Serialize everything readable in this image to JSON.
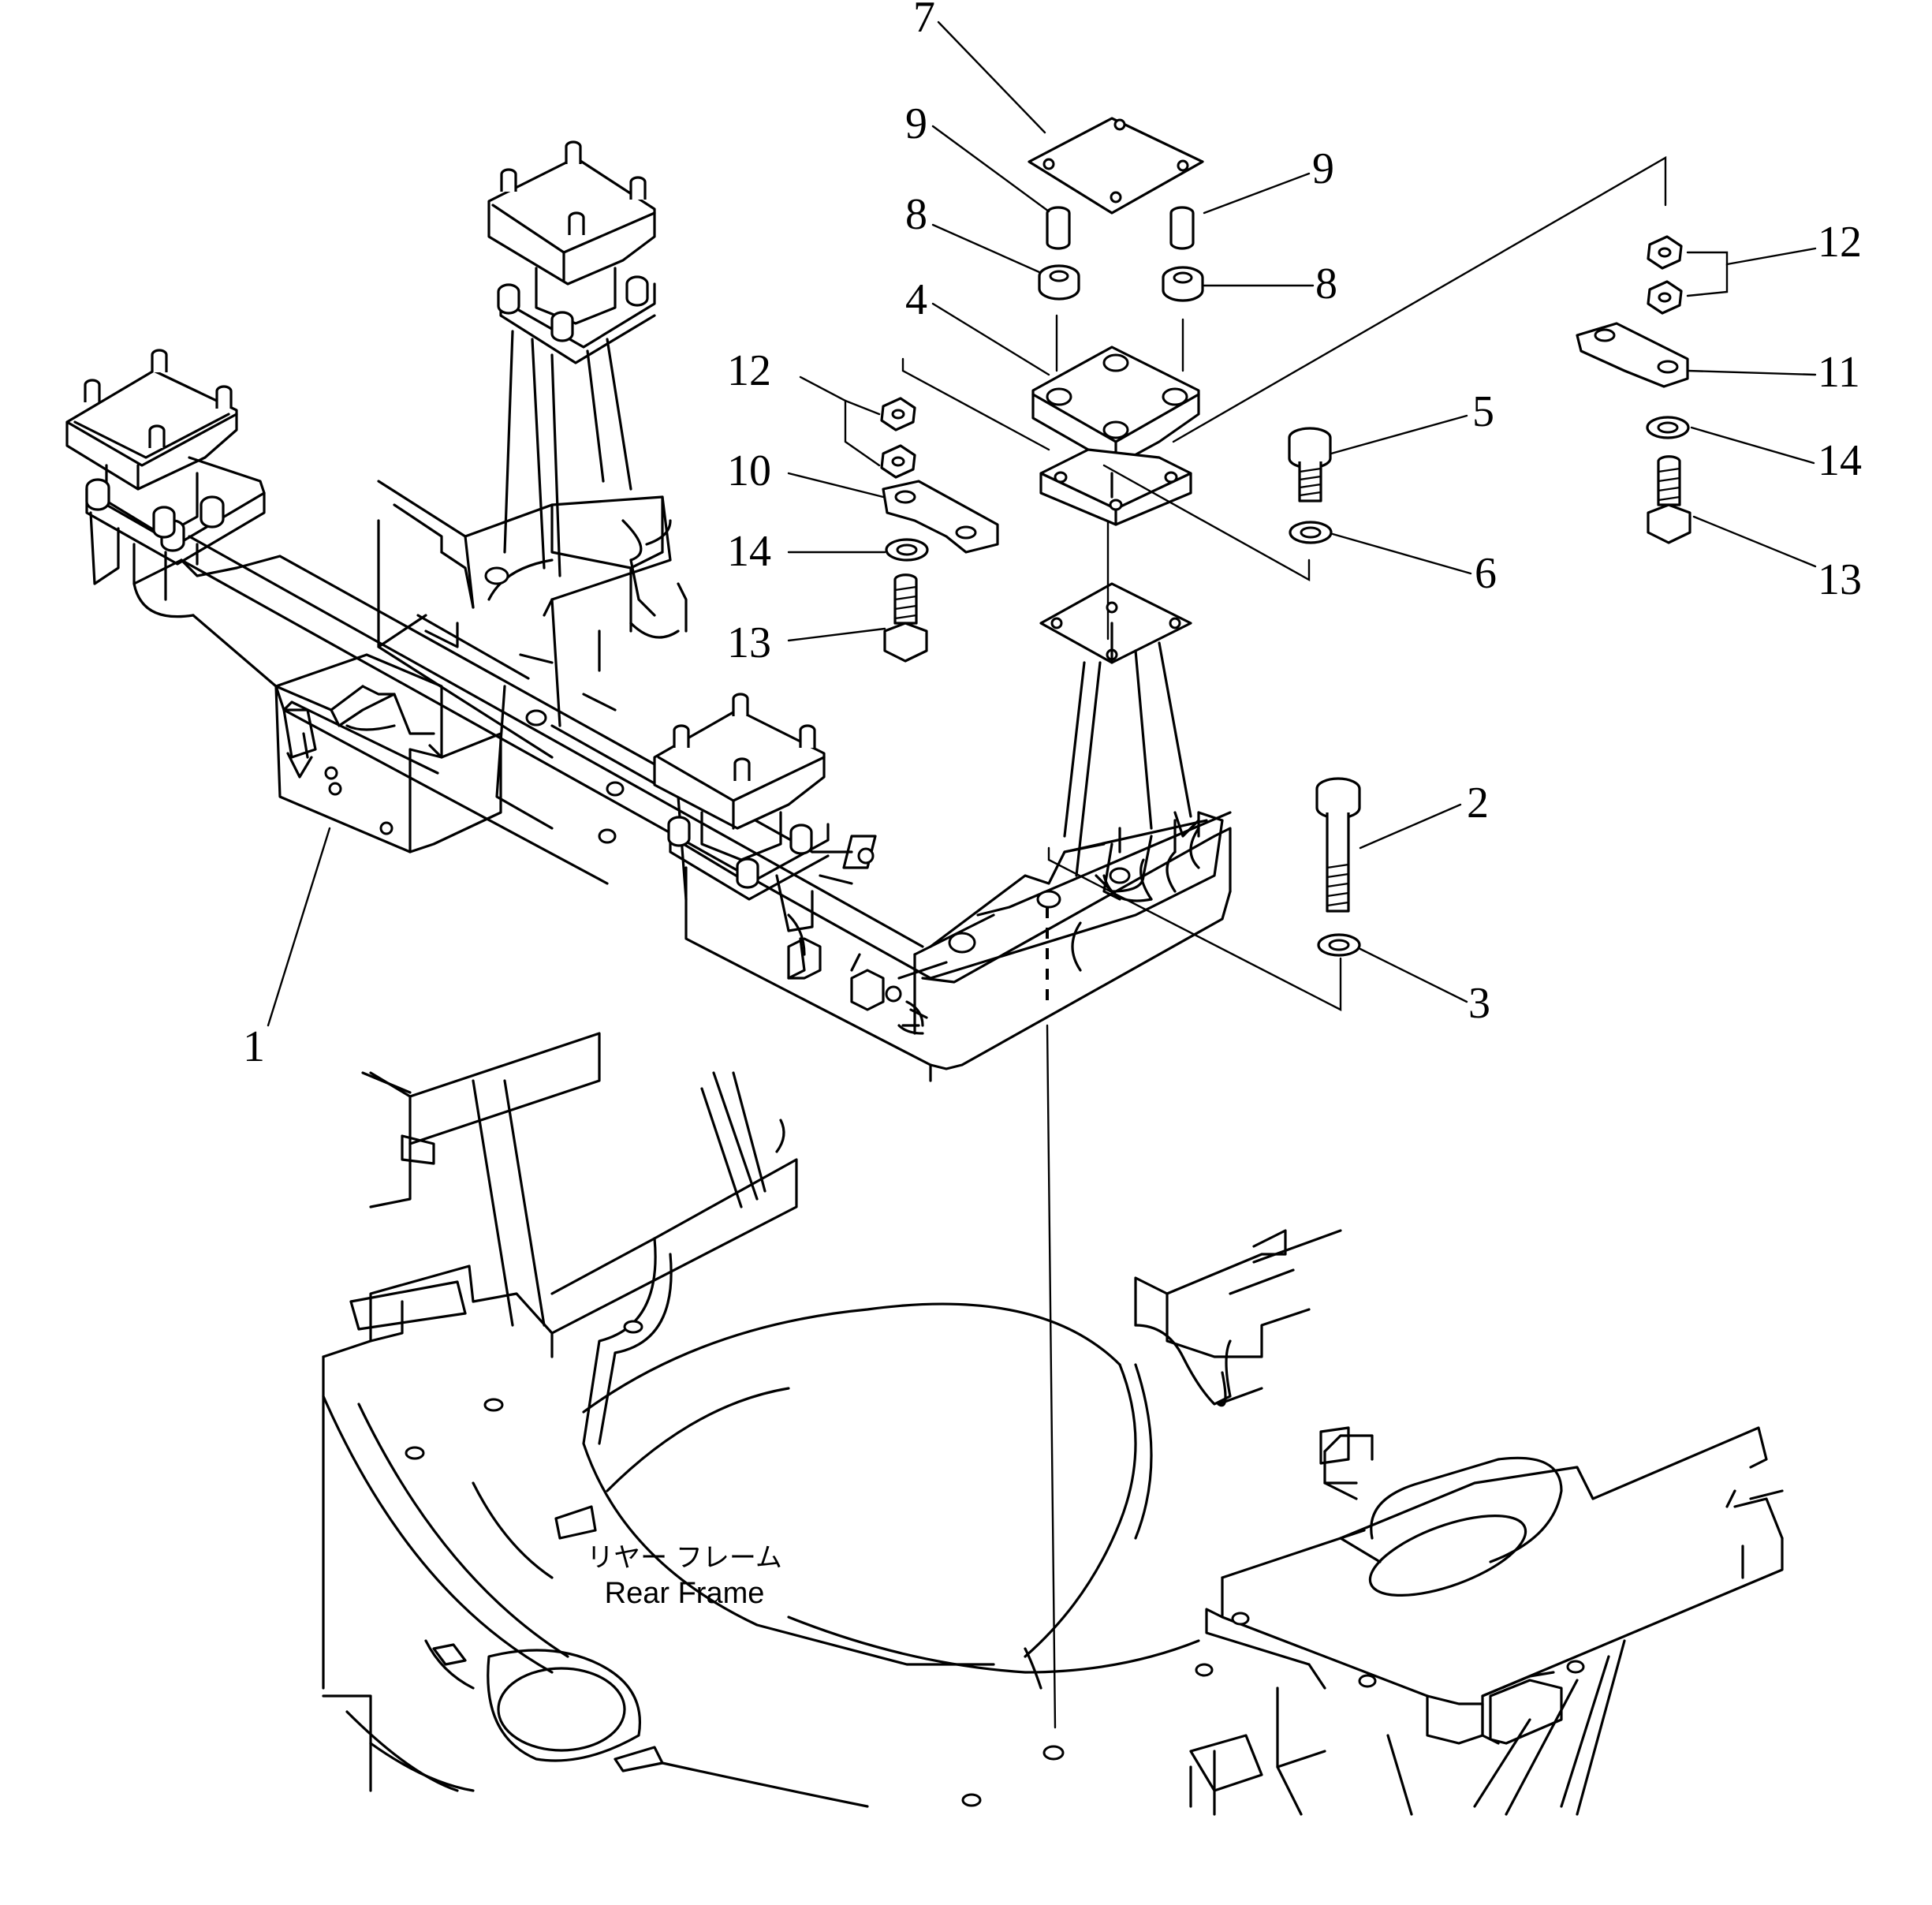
{
  "diagram": {
    "frame_label_jp": "リヤー フレーム",
    "frame_label_en": "Rear Frame",
    "callouts": [
      "1",
      "2",
      "3",
      "4",
      "5",
      "6",
      "7",
      "8",
      "9",
      "10",
      "11",
      "12",
      "13",
      "14"
    ]
  }
}
